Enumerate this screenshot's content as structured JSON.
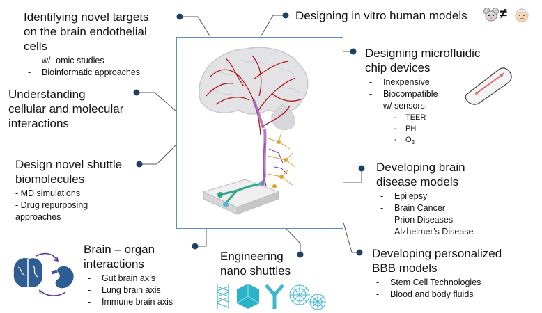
{
  "sections": {
    "targets": {
      "title_line1": "Identifying novel targets",
      "title_line2": "on the brain endothelial",
      "title_line3": "cells",
      "items": [
        "w/ -omic studies",
        "Bioinformatic approaches"
      ]
    },
    "interactions": {
      "title_line1": "Understanding",
      "title_line2": "cellular and molecular",
      "title_line3": "interactions"
    },
    "shuttle": {
      "title_line1": "Design novel shuttle",
      "title_line2": "biomolecules",
      "items": [
        "- MD simulations",
        "- Drug repurposing",
        "approaches"
      ]
    },
    "organ": {
      "title_line1": "Brain – organ",
      "title_line2": "interactions",
      "items": [
        "Gut brain axis",
        "Lung brain axis",
        "Immune brain axis"
      ]
    },
    "nano": {
      "title_line1": "Engineering",
      "title_line2": "nano shuttles"
    },
    "invitro": {
      "title": "Designing in vitro human models",
      "neq": "≠"
    },
    "microfluidic": {
      "title_line1": "Designing microfluidic",
      "title_line2": "chip devices",
      "items": [
        "Inexpensive",
        "Biocompatible",
        "w/ sensors:"
      ],
      "sensors": [
        "TEER",
        "PH",
        "O"
      ],
      "o2_sub": "2"
    },
    "disease": {
      "title_line1": "Developing brain",
      "title_line2": "disease models",
      "items": [
        "Epilepsy",
        "Brain Cancer",
        "Prion Diseases",
        "Alzheimer’s Disease"
      ]
    },
    "personal": {
      "title_line1": "Developing personalized",
      "title_line2": "BBB models",
      "items": [
        "Stem Cell Technologies",
        "Blood and body fluids"
      ]
    }
  },
  "colors": {
    "bullet": "#1f3f66",
    "connector": "#555555",
    "frame": "#5b8fc6",
    "vessel": "#b1161b",
    "chip": "#2fa88a"
  }
}
